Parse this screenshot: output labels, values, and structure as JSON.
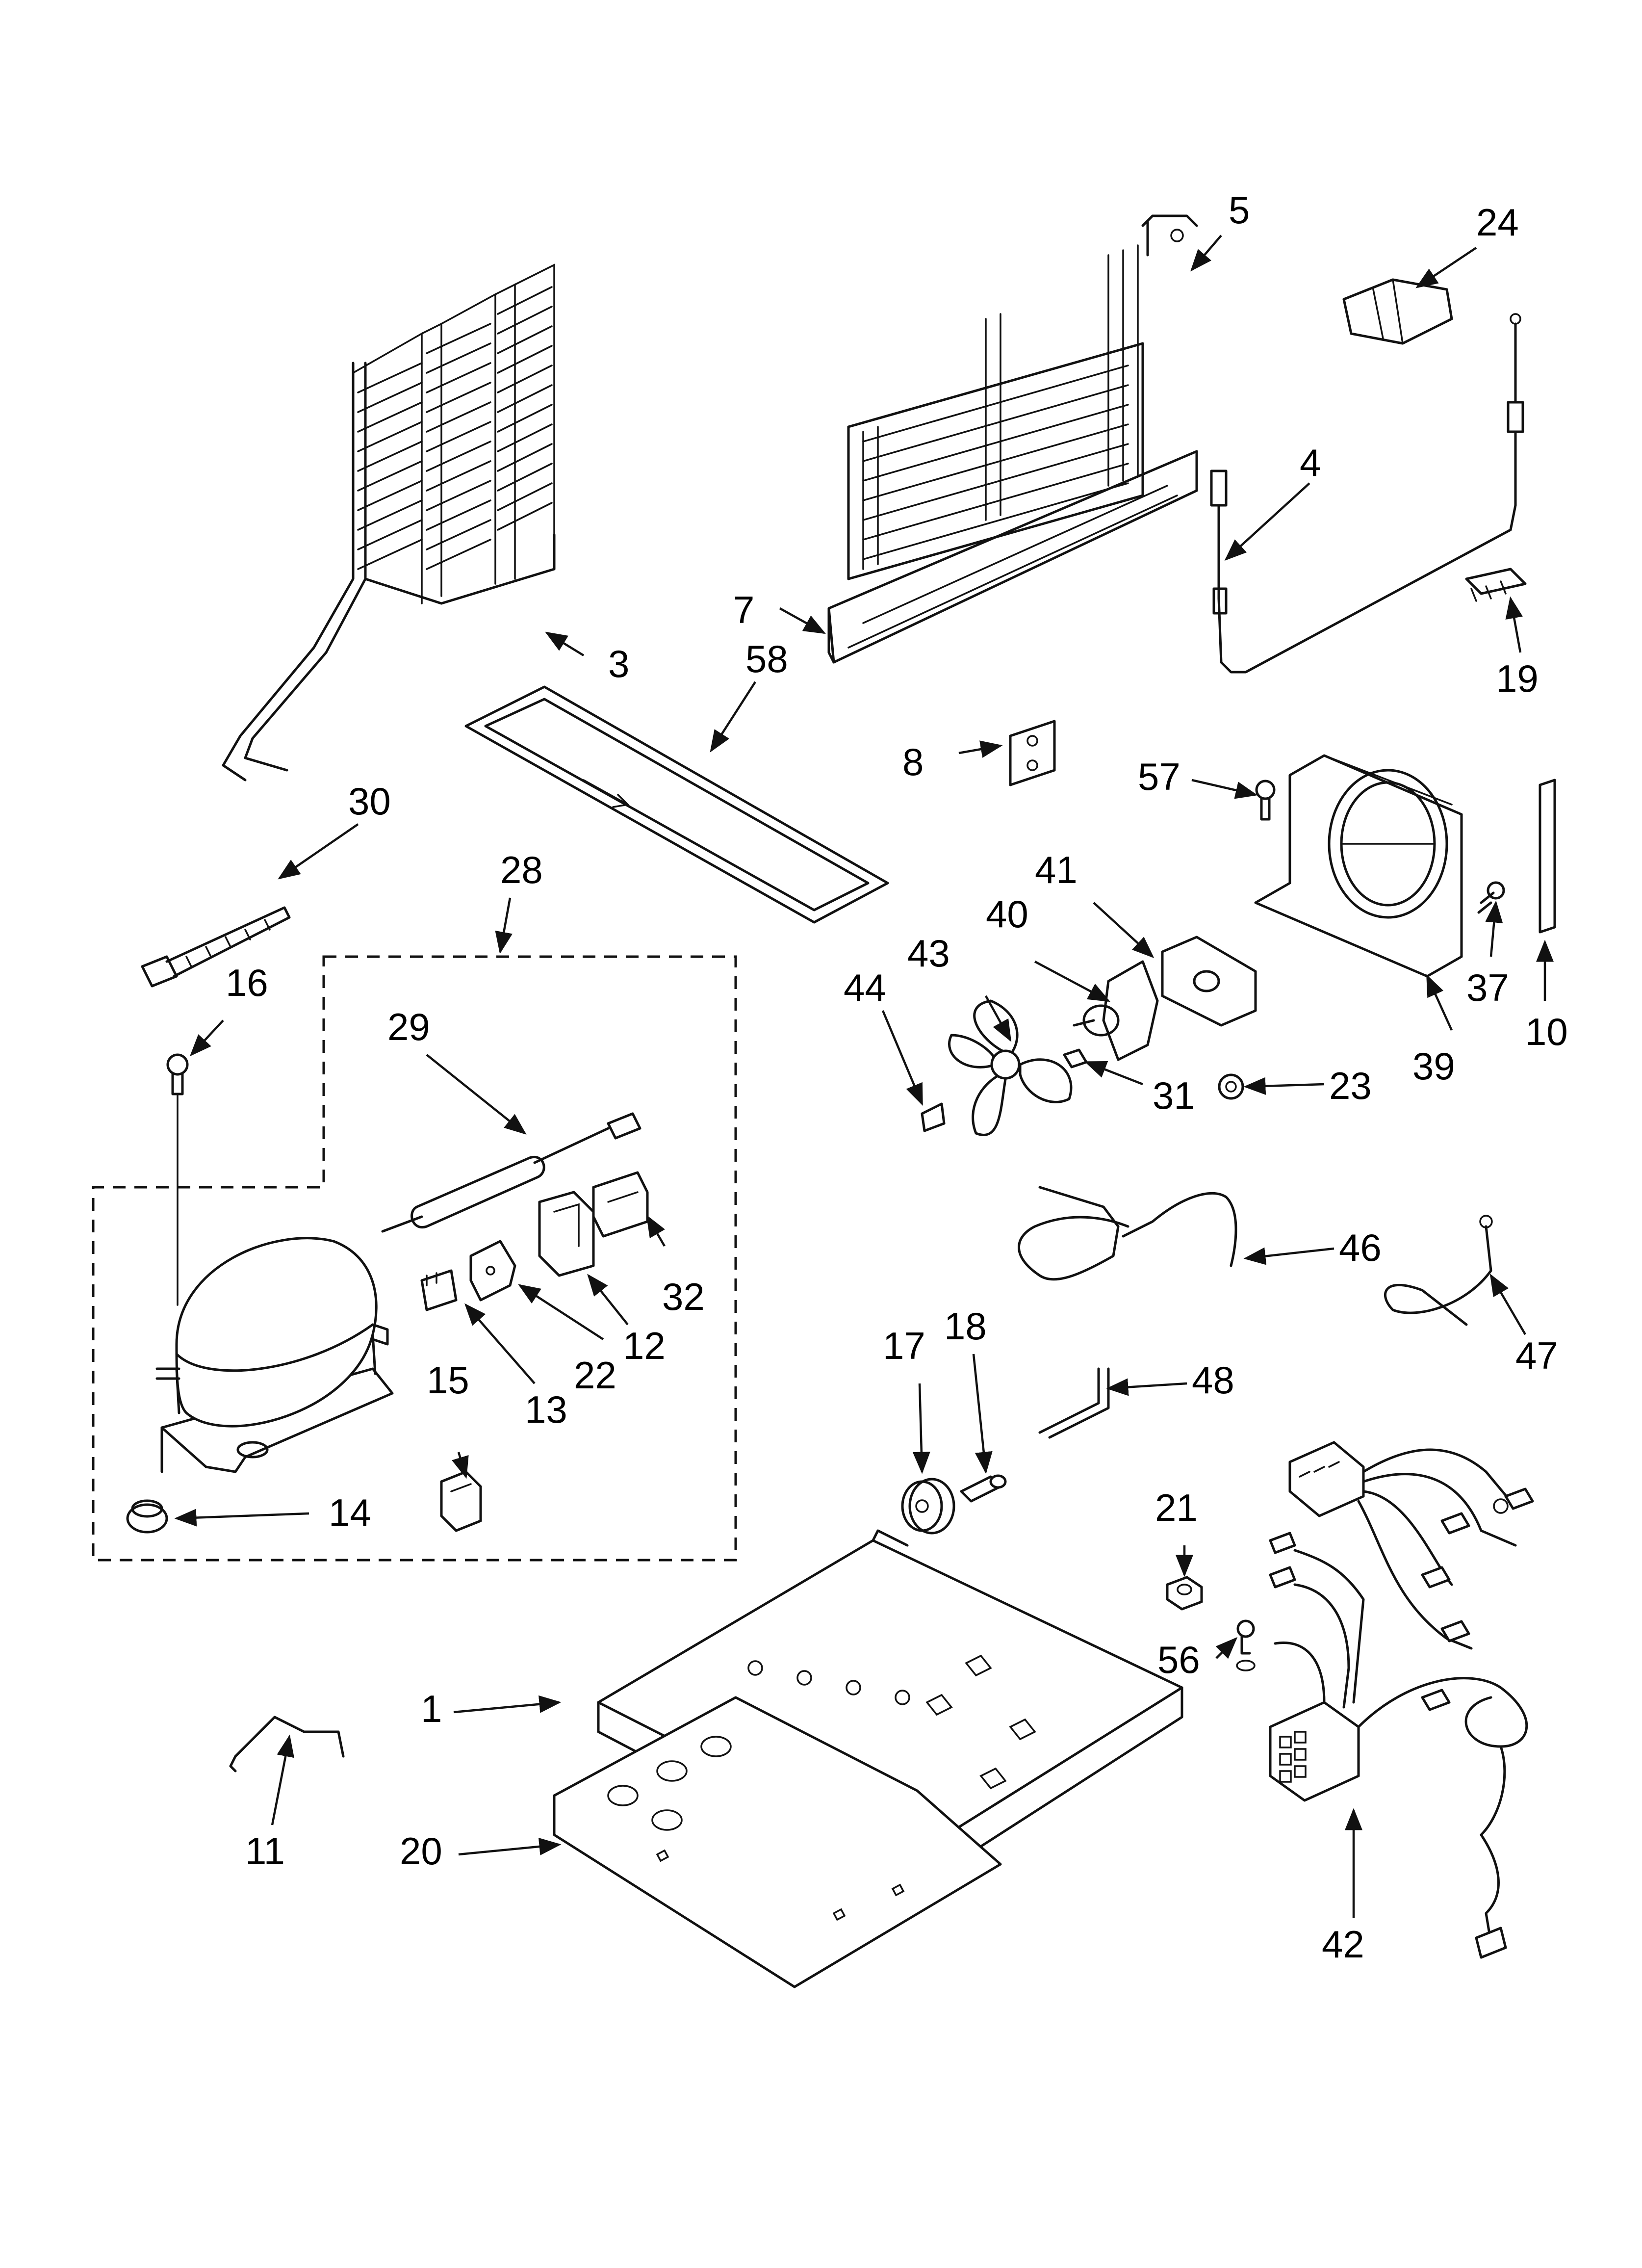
{
  "callouts": {
    "c1": "1",
    "c3": "3",
    "c4": "4",
    "c5": "5",
    "c7": "7",
    "c8": "8",
    "c10": "10",
    "c11": "11",
    "c12": "12",
    "c13": "13",
    "c14": "14",
    "c15": "15",
    "c16": "16",
    "c17": "17",
    "c18": "18",
    "c19": "19",
    "c20": "20",
    "c21": "21",
    "c22": "22",
    "c23": "23",
    "c24": "24",
    "c28": "28",
    "c29": "29",
    "c30": "30",
    "c31": "31",
    "c32": "32",
    "c37": "37",
    "c39": "39",
    "c40": "40",
    "c41": "41",
    "c42": "42",
    "c43": "43",
    "c44": "44",
    "c46": "46",
    "c47": "47",
    "c48": "48",
    "c56": "56",
    "c57": "57",
    "c58": "58"
  }
}
